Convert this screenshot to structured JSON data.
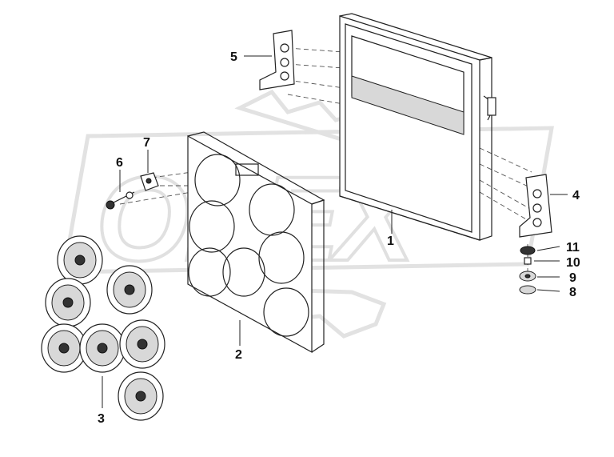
{
  "watermark": {
    "logo_text": "OPEX"
  },
  "callouts": [
    {
      "id": "1",
      "label": "1",
      "part": "radiator"
    },
    {
      "id": "2",
      "label": "2",
      "part": "fan-shroud"
    },
    {
      "id": "3",
      "label": "3",
      "part": "fans"
    },
    {
      "id": "4",
      "label": "4",
      "part": "right-mounting-bracket"
    },
    {
      "id": "5",
      "label": "5",
      "part": "left-mounting-bracket"
    },
    {
      "id": "6",
      "label": "6",
      "part": "bolt"
    },
    {
      "id": "7",
      "label": "7",
      "part": "clip"
    },
    {
      "id": "8",
      "label": "8",
      "part": "washer"
    },
    {
      "id": "9",
      "label": "9",
      "part": "rubber-pad"
    },
    {
      "id": "10",
      "label": "10",
      "part": "sleeve"
    },
    {
      "id": "11",
      "label": "11",
      "part": "rubber-pad-small"
    }
  ],
  "fan_count": 7
}
